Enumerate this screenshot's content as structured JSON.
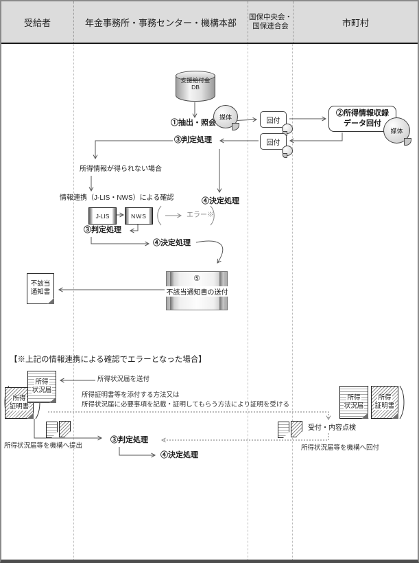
{
  "colors": {
    "header_bg": "#dcdcdc",
    "line": "#555",
    "muted": "#888",
    "border": "#8a8a8a"
  },
  "header": {
    "col1": "受給者",
    "col2": "年金事務所・事務センター・機構本部",
    "col3_line1": "国保中央会・",
    "col3_line2": "国保連合会",
    "col4": "市町村"
  },
  "flow": {
    "db_line1": "支援給付金",
    "db_line2": "DB",
    "media": "媒体",
    "kaifu": "回付",
    "step1": "①抽出・照会",
    "step2_line1": "②所得情報収録",
    "step2_line2": "データ回付",
    "step3": "③判定処理",
    "step4": "④決定処理",
    "no_income_info": "所得情報が得られない場合",
    "linkage_check": "情報連携（J-LIS・NWS）による確認",
    "jlis": "J-LIS",
    "nws": "NWS",
    "error_note": "エラー※",
    "step5_num": "⑤",
    "step5_label": "不該当通知書の送付",
    "notice_line1": "不該当",
    "notice_line2": "通知書"
  },
  "error_section": {
    "title": "【※上記の情報連携による確認でエラーとなった場合】",
    "doc_status_line1": "所得",
    "doc_status_line2": "状況届",
    "doc_cert_line1": "所得",
    "doc_cert_line2": "証明書",
    "send_status_report": "所得状況届を送付",
    "method_line1": "所得証明書等を添付する方法又は",
    "method_line2": "所得状況届に必要事項を記載・証明してもらう方法により証明を受ける",
    "reception": "受付・内容点検",
    "route_to_org": "所得状況届等を機構へ回付",
    "submit_to_org": "所得状況届等を機構へ提出"
  }
}
